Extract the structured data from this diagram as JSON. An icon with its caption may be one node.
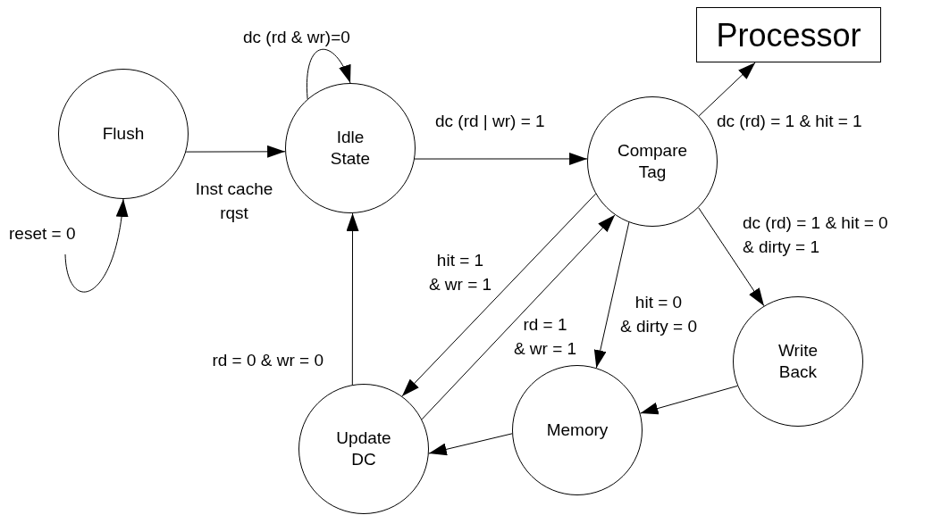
{
  "diagram": {
    "nodes": [
      {
        "text": [
          "Flush"
        ]
      },
      {
        "text": [
          "Idle State"
        ]
      },
      {
        "text": [
          "Compare Tag"
        ]
      },
      {
        "text": [
          "Processor"
        ]
      },
      {
        "text": [
          "Write Back"
        ]
      },
      {
        "text": [
          "Memory"
        ]
      },
      {
        "text": [
          "Update DC"
        ]
      }
    ],
    "edges": [
      {
        "from": 0,
        "to": 1,
        "arrow": "to",
        "label": "Inst cache rqst"
      },
      {
        "from": 1,
        "to": 1,
        "arrow": "to",
        "label": "dc (rd & wr)=0"
      },
      {
        "from": null,
        "to": 0,
        "arrow": "to",
        "label": "reset = 0"
      },
      {
        "from": 1,
        "to": 2,
        "arrow": "to",
        "label": "dc (rd | wr) = 1"
      },
      {
        "from": 2,
        "to": 3,
        "arrow": "to",
        "label": "dc (rd) = 1 & hit = 1"
      },
      {
        "from": 2,
        "to": 4,
        "arrow": "to",
        "label": "dc (rd) = 1 & hit = 0 & dirty = 1"
      },
      {
        "from": 2,
        "to": 5,
        "arrow": "to",
        "label": "hit = 0 & dirty = 0"
      },
      {
        "from": 2,
        "to": 6,
        "arrow": "to",
        "label": "hit = 1 & wr = 1"
      },
      {
        "from": 6,
        "to": 2,
        "arrow": "to",
        "label": "rd = 1 & wr = 1"
      },
      {
        "from": 4,
        "to": 5,
        "arrow": "to"
      },
      {
        "from": 5,
        "to": 6,
        "arrow": "to"
      },
      {
        "from": 6,
        "to": 1,
        "arrow": "to",
        "label": "rd = 0 & wr = 0"
      }
    ]
  }
}
